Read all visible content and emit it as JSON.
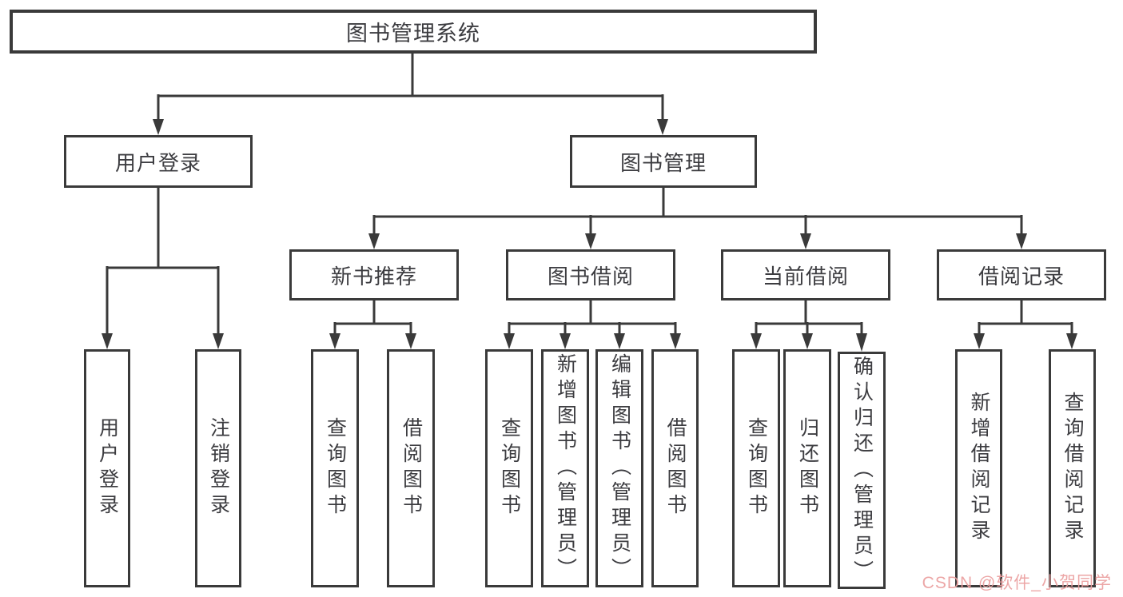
{
  "tree": {
    "label": "图书管理系统",
    "children": [
      {
        "label": "用户登录",
        "children": [
          {
            "label": "用户登录"
          },
          {
            "label": "注销登录"
          }
        ]
      },
      {
        "label": "图书管理",
        "children": [
          {
            "label": "新书推荐",
            "children": [
              {
                "label": "查询图书"
              },
              {
                "label": "借阅图书"
              }
            ]
          },
          {
            "label": "图书借阅",
            "children": [
              {
                "label": "查询图书"
              },
              {
                "label": "新增图书（管理员）"
              },
              {
                "label": "编辑图书（管理员）"
              },
              {
                "label": "借阅图书"
              }
            ]
          },
          {
            "label": "当前借阅",
            "children": [
              {
                "label": "查询图书"
              },
              {
                "label": "归还图书"
              },
              {
                "label": "确认归还（管理员）"
              }
            ]
          },
          {
            "label": "借阅记录",
            "children": [
              {
                "label": "新增借阅记录"
              },
              {
                "label": "查询借阅记录"
              }
            ]
          }
        ]
      }
    ]
  },
  "watermark": {
    "text": "CSDN @软件_小贺同学"
  },
  "colors": {
    "line": "#3a3a3a",
    "text": "#3c3c40",
    "box_background": "#ffffff",
    "page_background": "#ffffff",
    "watermark": "#eb9f9f"
  }
}
